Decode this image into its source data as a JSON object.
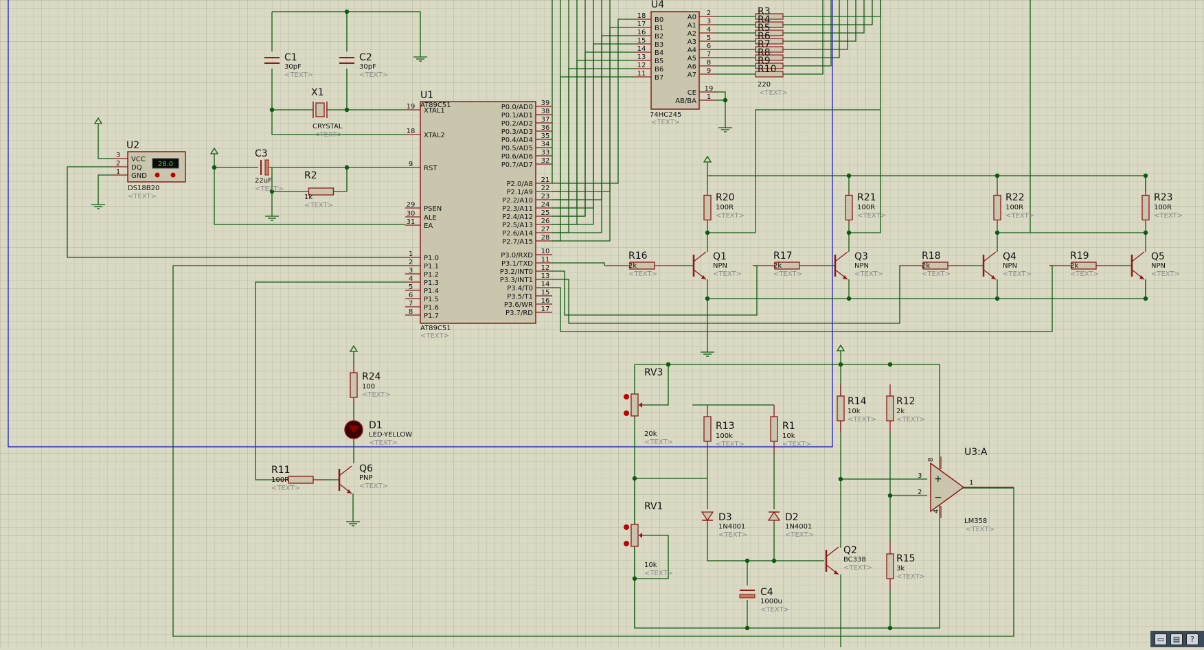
{
  "components": [
    {
      "ref": "C1",
      "value": "30pF"
    },
    {
      "ref": "C2",
      "value": "30pF"
    },
    {
      "ref": "X1",
      "value": "CRYSTAL"
    },
    {
      "ref": "U1",
      "value": "AT89C51"
    },
    {
      "ref": "U2",
      "value": "DS18B20",
      "display": "28.0"
    },
    {
      "ref": "C3",
      "value": "22uF"
    },
    {
      "ref": "R2",
      "value": "1k"
    },
    {
      "ref": "U4",
      "value": "74HC245"
    },
    {
      "ref": "R3",
      "value": ""
    },
    {
      "ref": "R4",
      "value": ""
    },
    {
      "ref": "R5",
      "value": ""
    },
    {
      "ref": "R6",
      "value": ""
    },
    {
      "ref": "R7",
      "value": ""
    },
    {
      "ref": "R8",
      "value": ""
    },
    {
      "ref": "R9",
      "value": ""
    },
    {
      "ref": "R10",
      "value": "220"
    },
    {
      "ref": "R20",
      "value": "100R"
    },
    {
      "ref": "R21",
      "value": "100R"
    },
    {
      "ref": "R22",
      "value": "100R"
    },
    {
      "ref": "R23",
      "value": "100R"
    },
    {
      "ref": "R16",
      "value": "2k"
    },
    {
      "ref": "R17",
      "value": "2k"
    },
    {
      "ref": "R18",
      "value": "2k"
    },
    {
      "ref": "R19",
      "value": "2k"
    },
    {
      "ref": "Q1",
      "value": "NPN"
    },
    {
      "ref": "Q3",
      "value": "NPN"
    },
    {
      "ref": "Q4",
      "value": "NPN"
    },
    {
      "ref": "Q5",
      "value": "NPN"
    },
    {
      "ref": "R24",
      "value": "100"
    },
    {
      "ref": "D1",
      "value": "LED-YELLOW"
    },
    {
      "ref": "R11",
      "value": "100R"
    },
    {
      "ref": "Q6",
      "value": "PNP"
    },
    {
      "ref": "RV3",
      "value": "20k"
    },
    {
      "ref": "RV1",
      "value": "10k"
    },
    {
      "ref": "R13",
      "value": "100k"
    },
    {
      "ref": "R1",
      "value": "10k"
    },
    {
      "ref": "D3",
      "value": "1N4001"
    },
    {
      "ref": "D2",
      "value": "1N4001"
    },
    {
      "ref": "C4",
      "value": "1000u"
    },
    {
      "ref": "Q2",
      "value": "BC338"
    },
    {
      "ref": "R14",
      "value": "10k"
    },
    {
      "ref": "R12",
      "value": "2k"
    },
    {
      "ref": "R15",
      "value": "3k"
    },
    {
      "ref": "U3:A",
      "value": "LM358"
    }
  ],
  "placeholder_text": "<TEXT>",
  "u1_pins_left": [
    {
      "num": "19",
      "name": "XTAL1"
    },
    {
      "num": "18",
      "name": "XTAL2"
    },
    {
      "num": "9",
      "name": "RST"
    },
    {
      "num": "29",
      "name": "PSEN"
    },
    {
      "num": "30",
      "name": "ALE"
    },
    {
      "num": "31",
      "name": "EA"
    },
    {
      "num": "1",
      "name": "P1.0"
    },
    {
      "num": "2",
      "name": "P1.1"
    },
    {
      "num": "3",
      "name": "P1.2"
    },
    {
      "num": "4",
      "name": "P1.3"
    },
    {
      "num": "5",
      "name": "P1.4"
    },
    {
      "num": "6",
      "name": "P1.5"
    },
    {
      "num": "7",
      "name": "P1.6"
    },
    {
      "num": "8",
      "name": "P1.7"
    }
  ],
  "u1_pins_right": [
    {
      "num": "39",
      "name": "P0.0/AD0"
    },
    {
      "num": "38",
      "name": "P0.1/AD1"
    },
    {
      "num": "37",
      "name": "P0.2/AD2"
    },
    {
      "num": "36",
      "name": "P0.3/AD3"
    },
    {
      "num": "35",
      "name": "P0.4/AD4"
    },
    {
      "num": "34",
      "name": "P0.5/AD5"
    },
    {
      "num": "33",
      "name": "P0.6/AD6"
    },
    {
      "num": "32",
      "name": "P0.7/AD7"
    },
    {
      "num": "21",
      "name": "P2.0/A8"
    },
    {
      "num": "22",
      "name": "P2.1/A9"
    },
    {
      "num": "23",
      "name": "P2.2/A10"
    },
    {
      "num": "24",
      "name": "P2.3/A11"
    },
    {
      "num": "25",
      "name": "P2.4/A12"
    },
    {
      "num": "26",
      "name": "P2.5/A13"
    },
    {
      "num": "27",
      "name": "P2.6/A14"
    },
    {
      "num": "28",
      "name": "P2.7/A15"
    },
    {
      "num": "10",
      "name": "P3.0/RXD"
    },
    {
      "num": "11",
      "name": "P3.1/TXD"
    },
    {
      "num": "12",
      "name": "P3.2/INT0"
    },
    {
      "num": "13",
      "name": "P3.3/INT1"
    },
    {
      "num": "14",
      "name": "P3.4/T0"
    },
    {
      "num": "15",
      "name": "P3.5/T1"
    },
    {
      "num": "16",
      "name": "P3.6/WR"
    },
    {
      "num": "17",
      "name": "P3.7/RD"
    }
  ],
  "u4_pins_left": [
    {
      "num": "18",
      "name": "B0"
    },
    {
      "num": "17",
      "name": "B1"
    },
    {
      "num": "16",
      "name": "B2"
    },
    {
      "num": "15",
      "name": "B3"
    },
    {
      "num": "14",
      "name": "B4"
    },
    {
      "num": "13",
      "name": "B5"
    },
    {
      "num": "12",
      "name": "B6"
    },
    {
      "num": "11",
      "name": "B7"
    }
  ],
  "u4_pins_right": [
    {
      "num": "2",
      "name": "A0"
    },
    {
      "num": "3",
      "name": "A1"
    },
    {
      "num": "4",
      "name": "A2"
    },
    {
      "num": "5",
      "name": "A3"
    },
    {
      "num": "6",
      "name": "A4"
    },
    {
      "num": "7",
      "name": "A5"
    },
    {
      "num": "8",
      "name": "A6"
    },
    {
      "num": "9",
      "name": "A7"
    },
    {
      "num": "19",
      "name": "CE"
    },
    {
      "num": "1",
      "name": "AB/BA"
    }
  ],
  "u2_pins": [
    {
      "num": "3",
      "name": "VCC"
    },
    {
      "num": "2",
      "name": "DQ"
    },
    {
      "num": "1",
      "name": "GND"
    }
  ],
  "opamp_pins": {
    "plus": "3",
    "minus": "2",
    "out": "1",
    "vplus": "8",
    "vminus": "4"
  },
  "status_icons": [
    "keyboard-icon",
    "window-icon",
    "help-icon"
  ],
  "colors": {
    "background": "#d9d9c4",
    "wire": "#0e5a10",
    "component": "#8b1a1a",
    "component_fill": "#c9c6ad",
    "sheet_border": "#1010c0"
  }
}
